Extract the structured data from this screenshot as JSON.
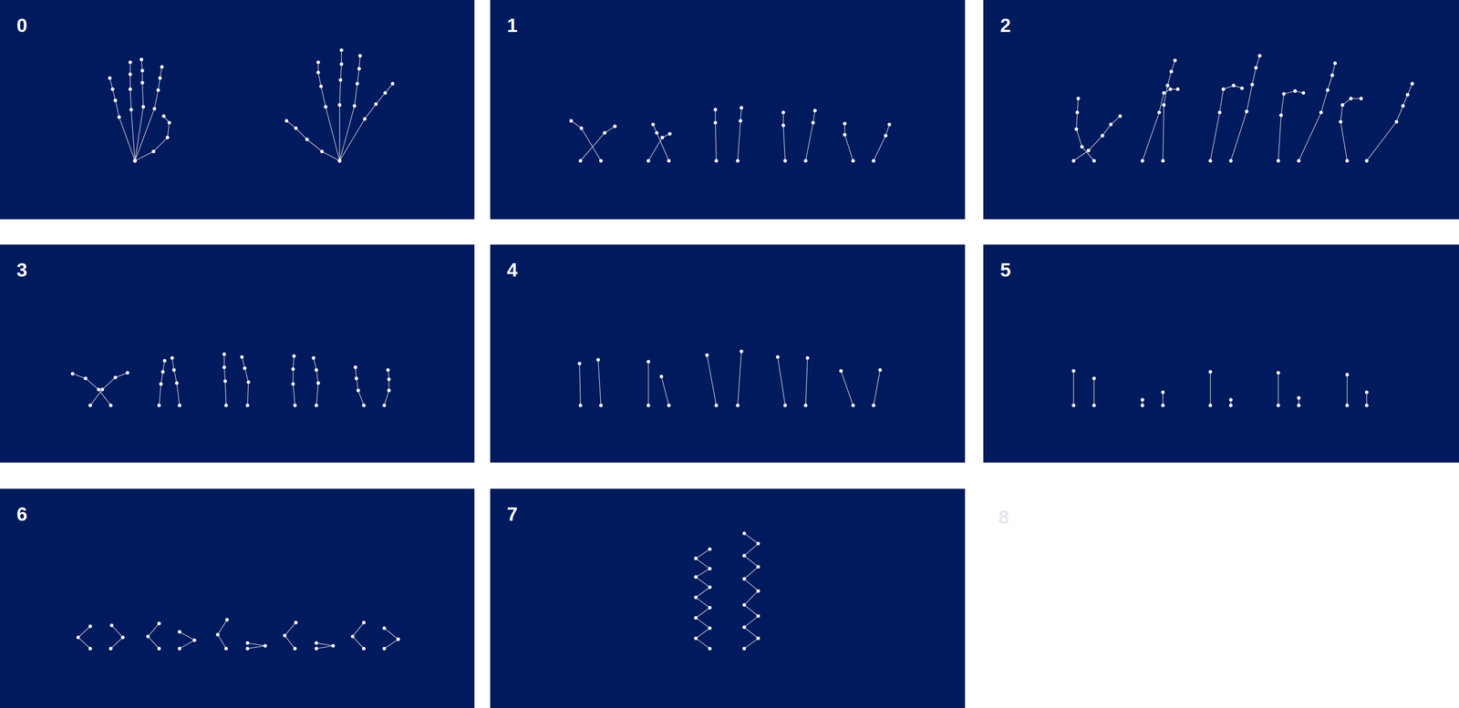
{
  "diagram": {
    "nodes": [
      {
        "text": [
          "0"
        ]
      },
      {
        "text": [
          "1"
        ]
      },
      {
        "text": [
          "2"
        ]
      },
      {
        "text": [
          "3"
        ]
      },
      {
        "text": [
          "4"
        ]
      },
      {
        "text": [
          "5"
        ]
      },
      {
        "text": [
          "6"
        ]
      },
      {
        "text": [
          "7"
        ]
      }
    ],
    "labels": [
      "8"
    ]
  }
}
